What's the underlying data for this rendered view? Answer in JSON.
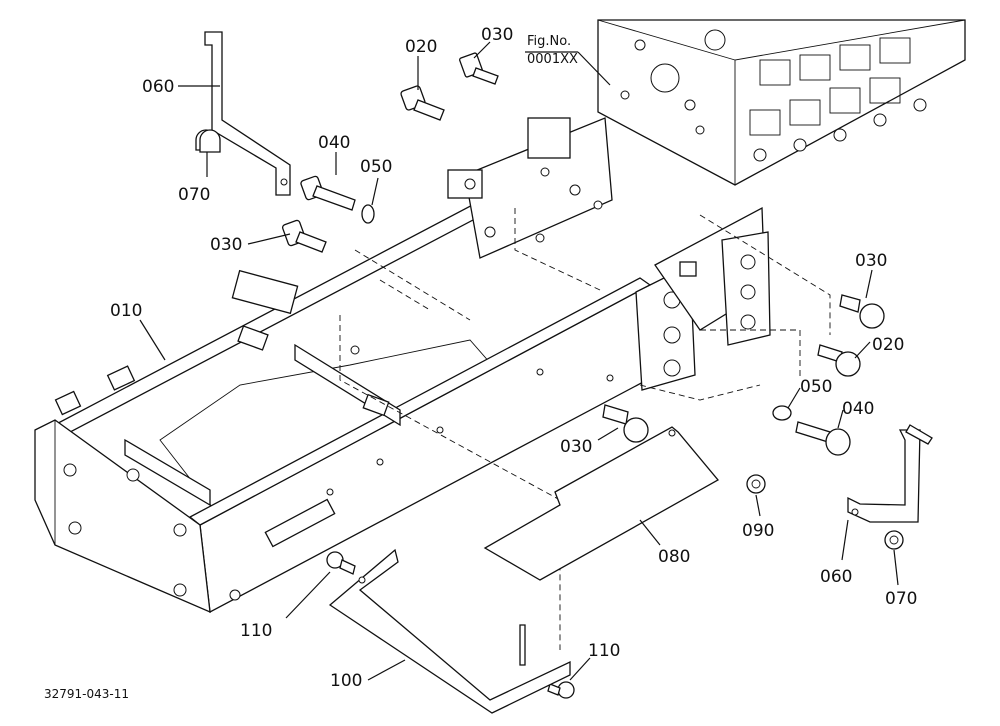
{
  "figure_ref": {
    "line1": "Fig.No.",
    "line2": "0001XX"
  },
  "drawing_code": "32791-043-11",
  "callouts": {
    "c010": "010",
    "c020a": "020",
    "c020b": "020",
    "c030a": "030",
    "c030b": "030",
    "c030c": "030",
    "c030d": "030",
    "c040a": "040",
    "c040b": "040",
    "c050a": "050",
    "c050b": "050",
    "c060a": "060",
    "c060b": "060",
    "c070a": "070",
    "c070b": "070",
    "c080": "080",
    "c090": "090",
    "c100": "100",
    "c110a": "110",
    "c110b": "110"
  }
}
